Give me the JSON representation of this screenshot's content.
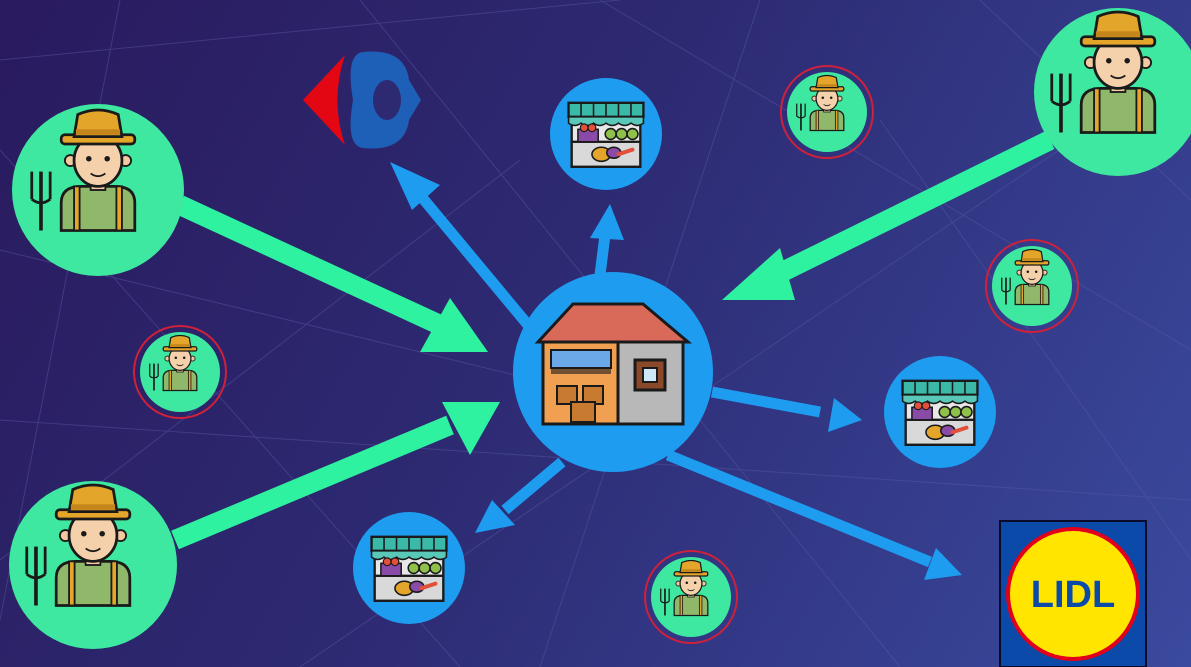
{
  "diagram": {
    "hub": {
      "icon": "warehouse-icon"
    },
    "large_farmers": [
      {
        "id": "farmer-top-left",
        "icon": "farmer-icon"
      },
      {
        "id": "farmer-bottom-left",
        "icon": "farmer-icon"
      },
      {
        "id": "farmer-top-right",
        "icon": "farmer-icon"
      }
    ],
    "small_farmers": [
      {
        "id": "small-farmer-1",
        "icon": "farmer-icon"
      },
      {
        "id": "small-farmer-2",
        "icon": "farmer-icon"
      },
      {
        "id": "small-farmer-3",
        "icon": "farmer-icon"
      },
      {
        "id": "small-farmer-4",
        "icon": "farmer-icon"
      }
    ],
    "market_stalls": [
      {
        "id": "market-stall-top",
        "icon": "market-stall-icon"
      },
      {
        "id": "market-stall-right",
        "icon": "market-stall-icon"
      },
      {
        "id": "market-stall-bottom",
        "icon": "market-stall-icon"
      }
    ],
    "retailers": [
      {
        "id": "carrefour-logo",
        "icon": "carrefour-logo-icon"
      },
      {
        "id": "lidl-logo",
        "icon": "lidl-logo-icon",
        "text": "LIDL"
      }
    ],
    "colors": {
      "supply_arrow": "#2ef2a0",
      "distribution_arrow": "#1e9cf0",
      "farmer_circle": "#3ee8a0",
      "hub_circle": "#1e9cf0",
      "small_farmer_ring": "#d0203a",
      "lidl_blue": "#0b4aa8",
      "lidl_yellow": "#ffe500",
      "lidl_red": "#e2001a",
      "carrefour_red": "#e30613",
      "carrefour_blue": "#1e5fb8"
    }
  }
}
